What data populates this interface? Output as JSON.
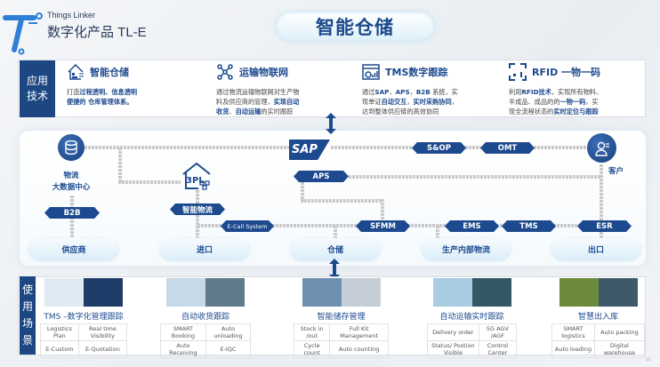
{
  "header": {
    "brand_en": "Things Linker",
    "brand_cn": "数字化产品 TL-E",
    "title": "智能仓储"
  },
  "tech": {
    "label": "应用技术",
    "items": [
      {
        "title": "智能仓储",
        "icon": "smart-warehouse-icon",
        "desc_html": "打造<b>过程透明、信息透明</b><br><b>便捷的 仓库管理体系。</b>"
      },
      {
        "title": "运输物联网",
        "icon": "network-nodes-icon",
        "desc_html": "通过物流运输物联网对生产物<br>料及供应商的管理，<b>实现自动</b><br><b>收货</b>、<b>自动运输</b>的实时跟踪"
      },
      {
        "title": "TMS数字跟踪",
        "icon": "dashboard-icon",
        "desc_html": "通过<b>SAP</b>，<b>APS</b>，<b>B2B</b> 系统，实<br>现单证<b>自动交互</b>，<b>实时采购协同</b>，<br>达到整体供应链的高效协同"
      },
      {
        "title": "RFID 一物一码",
        "icon": "scan-code-icon",
        "desc_html": "利用<b>RFID技术</b>，实现所有物料、<br>半成品、成品的的<b>一物一码</b>，实<br>现全流程状态的<b>实时定位与跟踪</b>"
      }
    ]
  },
  "flow": {
    "data_center": "物流\n大数据中心",
    "customer": "客户",
    "sap": "SAP",
    "tags": {
      "b2b": "B2B",
      "smart_logistics": "智能物流",
      "ecall": "E-Call System",
      "aps": "APS",
      "sop": "S&OP",
      "omt": "OMT",
      "sfmm": "SFMM",
      "ems": "EMS",
      "tms": "TMS",
      "esr": "ESR"
    },
    "three_pl": "3PL",
    "stations": {
      "supplier": "供应商",
      "import": "进口",
      "warehouse": "仓储",
      "internal": "生产内部物流",
      "export": "出口"
    }
  },
  "scenarios": {
    "label": "使用场景",
    "groups": [
      {
        "title": "TMS –数字化管理跟踪",
        "cells": [
          "Logistics Plan",
          "Real time Visibility",
          "E-Custom",
          "E-Quotation"
        ]
      },
      {
        "title": "自动收货跟踪",
        "cells": [
          "SMART Booking",
          "Auto unloading",
          "Auto Receiving",
          "E-IQC"
        ]
      },
      {
        "title": "智能储存管理",
        "cells": [
          "Stock in /out",
          "Full Kit Management",
          "Cycle count",
          "Auto counting"
        ]
      },
      {
        "title": "自动运输实时跟踪",
        "cells": [
          "Delivery order",
          "5G AGV /AGF",
          "Status/ Postion Visible",
          "Control Center"
        ]
      },
      {
        "title": "智慧出入库",
        "cells": [
          "SMART logistics",
          "Auto packing",
          "Auto loading",
          "Digital warehouse"
        ]
      }
    ]
  },
  "page_number": "21"
}
